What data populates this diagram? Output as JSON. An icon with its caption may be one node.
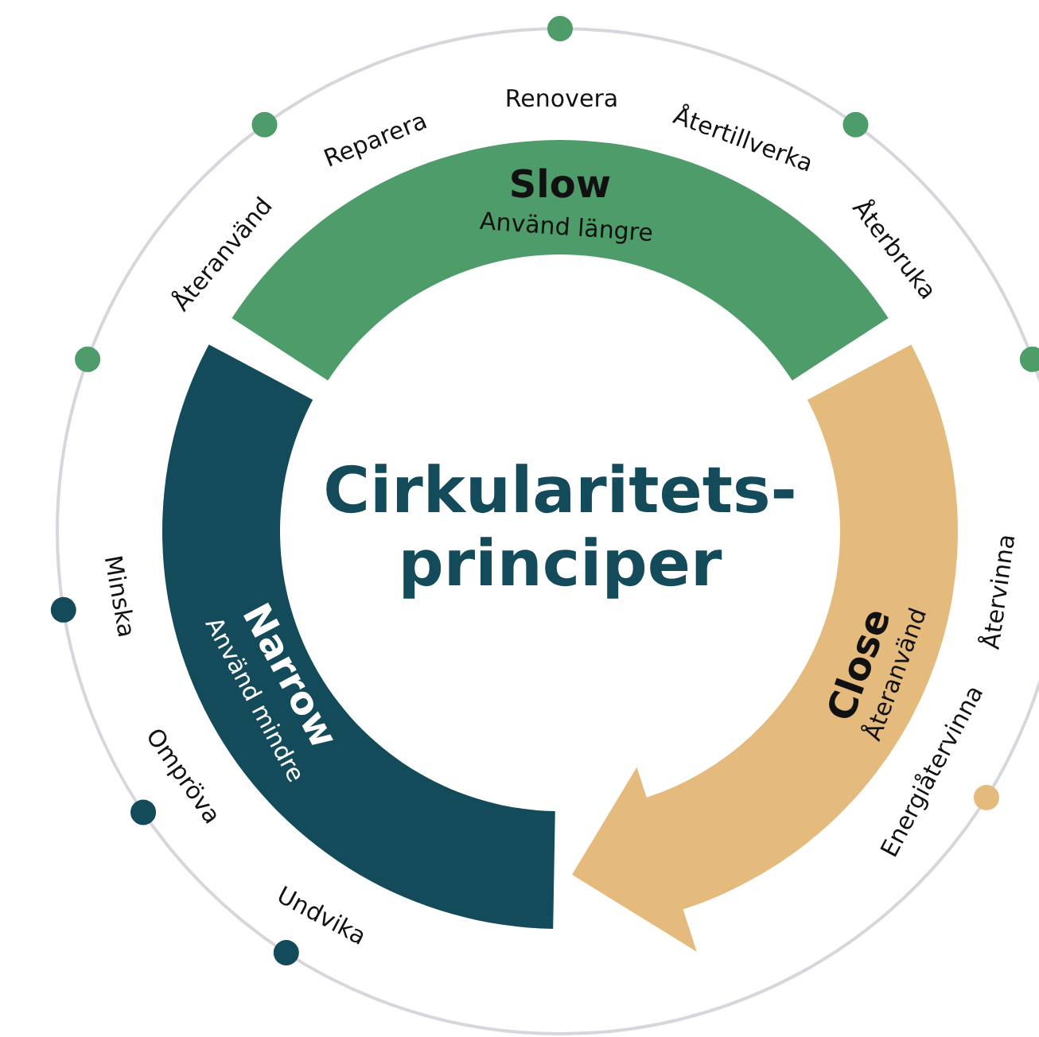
{
  "diagram": {
    "title": "Cirkularitets- principer",
    "nodes": [
      {
        "text": [
          "Slow",
          "Använd längre"
        ]
      },
      {
        "text": [
          "Narrow",
          "Använd mindre"
        ]
      },
      {
        "text": [
          "Close",
          "Återanvänd"
        ]
      }
    ],
    "labels": [
      "Återanvänd",
      "Reparera",
      "Renovera",
      "Återtillverka",
      "Återbruka",
      "Minska",
      "Ompröva",
      "Undvika",
      "Återvinna",
      "Energiåtervinna"
    ]
  }
}
